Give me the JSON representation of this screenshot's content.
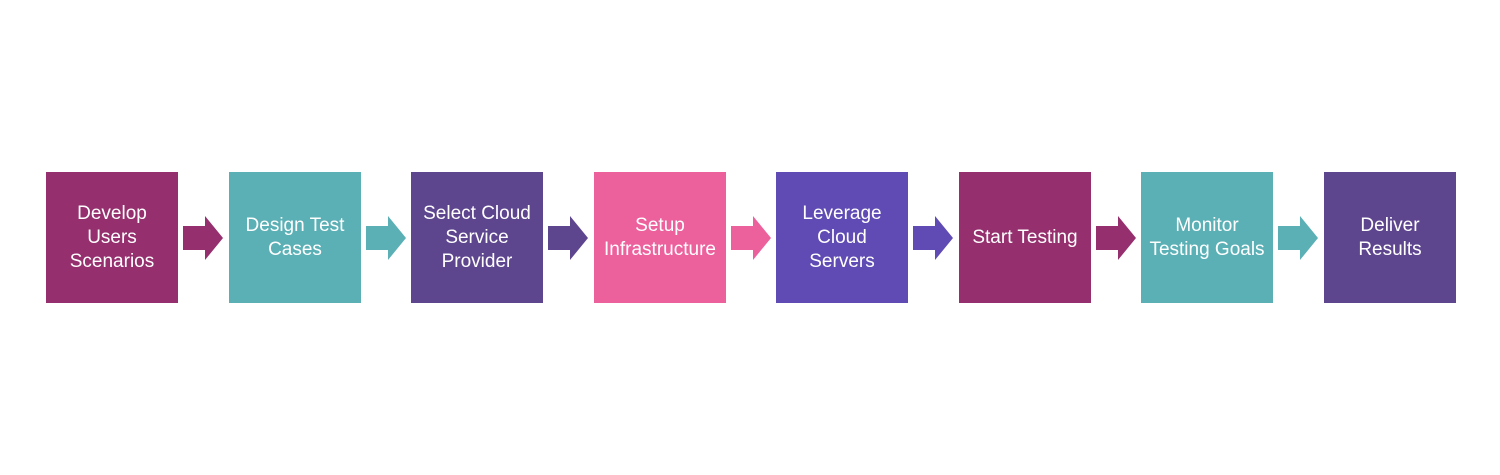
{
  "steps": [
    {
      "label": "Develop\nUsers\nScenarios",
      "color": "#952F6E"
    },
    {
      "label": "Design Test\nCases",
      "color": "#5BB0B5"
    },
    {
      "label": "Select Cloud\nService\nProvider",
      "color": "#5E468F"
    },
    {
      "label": "Setup\nInfrastructure",
      "color": "#EC609C"
    },
    {
      "label": "Leverage\nCloud\nServers",
      "color": "#5F4BB3"
    },
    {
      "label": "Start Testing",
      "color": "#952F6E"
    },
    {
      "label": "Monitor\nTesting Goals",
      "color": "#5BB0B5"
    },
    {
      "label": "Deliver\nResults",
      "color": "#5E468F"
    }
  ],
  "arrow_colors": [
    "#952F6E",
    "#5BB0B5",
    "#5E468F",
    "#EC609C",
    "#5F4BB3",
    "#952F6E",
    "#5BB0B5"
  ]
}
